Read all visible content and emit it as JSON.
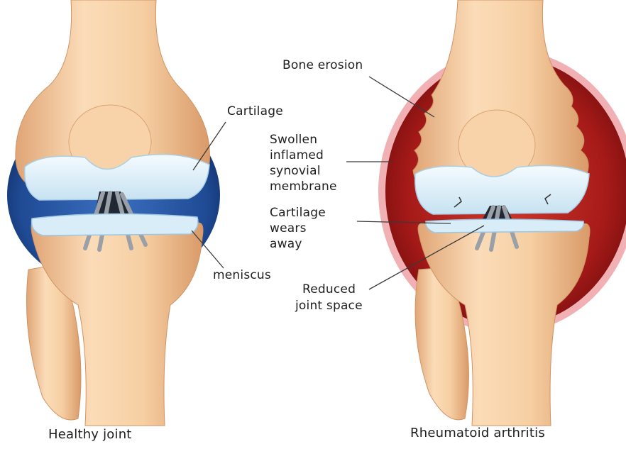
{
  "panels": {
    "healthy": {
      "caption": "Healthy joint",
      "labels": {
        "cartilage": "Cartilage",
        "meniscus": "meniscus"
      }
    },
    "ra": {
      "caption": "Rheumatoid arthritis",
      "labels": {
        "bone_erosion": "Bone erosion",
        "swollen_1": "Swollen",
        "swollen_2": "inflamed",
        "swollen_3": "synovial",
        "swollen_4": "membrane",
        "cartilage_1": "Cartilage",
        "cartilage_2": "wears",
        "cartilage_3": "away",
        "reduced_1": "Reduced",
        "reduced_2": "joint space"
      }
    }
  },
  "colors": {
    "bone_light": "#f8d7b2",
    "bone_mid": "#eeb98a",
    "bone_shadow": "#d8996a",
    "cartilage": "#e6f3fa",
    "cartilage_edge": "#a9cfe6",
    "synovial_healthy": "#1f4a94",
    "synovial_inflamed": "#a51a18",
    "synovial_rim": "#efa8ad",
    "ligament": "#8a8f96",
    "leader_line": "#3a3a3a"
  }
}
